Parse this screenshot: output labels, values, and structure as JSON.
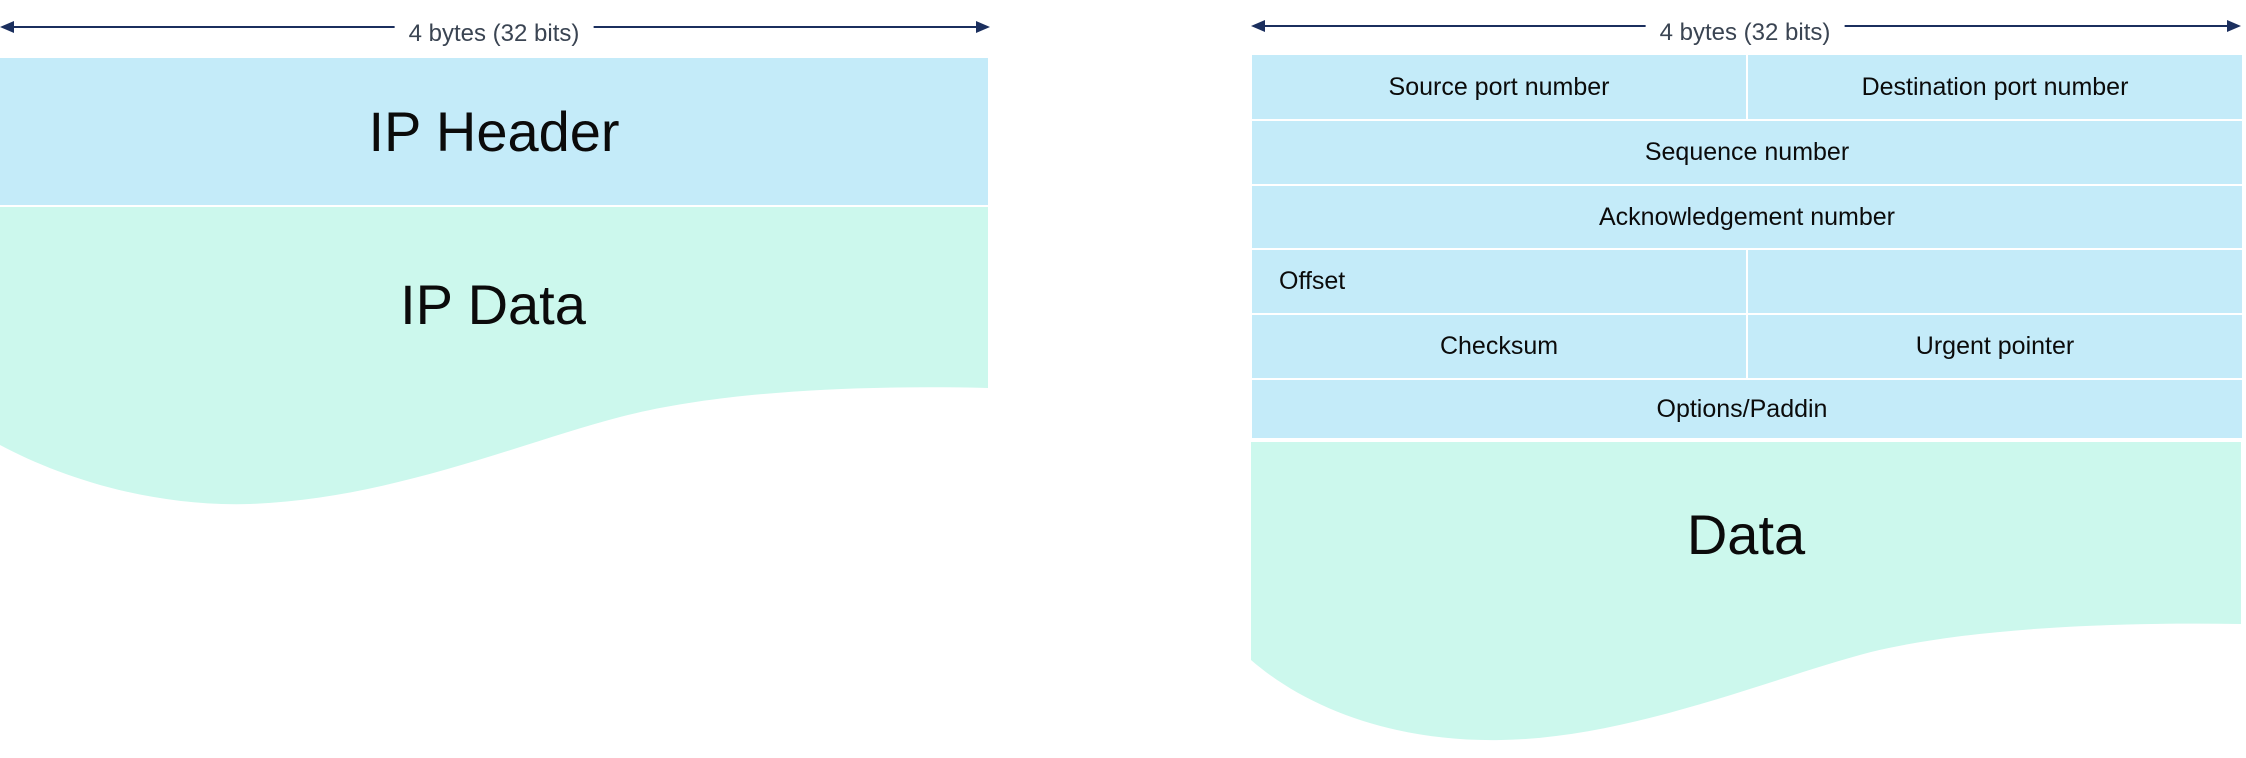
{
  "left_diagram": {
    "width_label": "4 bytes (32 bits)",
    "header_label": "IP Header",
    "data_label": "IP Data",
    "colors": {
      "header": "#c4ebf9",
      "data": "#ccf8ed",
      "arrow": "#1b2f5e"
    }
  },
  "right_diagram": {
    "width_label": "4 bytes (32 bits)",
    "rows": [
      [
        "Source port number",
        "Destination port number"
      ],
      [
        "Sequence number"
      ],
      [
        "Acknowledgement number"
      ],
      [
        "Offset",
        ""
      ],
      [
        "Checksum",
        "Urgent pointer"
      ],
      [
        "Options/Paddin"
      ]
    ],
    "data_label": "Data",
    "colors": {
      "header": "#c4ebf9",
      "data": "#ccf8ed",
      "arrow": "#1b2f5e"
    }
  }
}
